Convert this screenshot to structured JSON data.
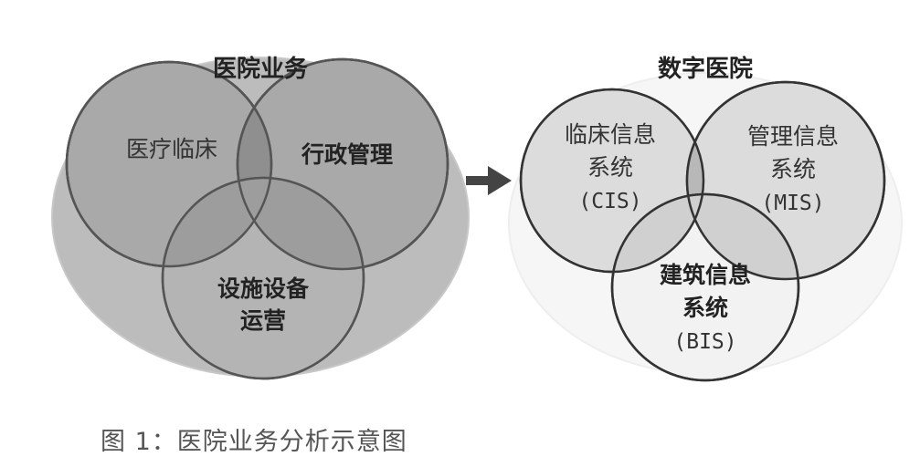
{
  "left": {
    "title": "医院业务",
    "circles": {
      "clinical": "医疗临床",
      "admin": "行政管理",
      "facility_line1": "设施设备",
      "facility_line2": "运营"
    }
  },
  "right": {
    "title": "数字医院",
    "circles": {
      "cis_line1": "临床信息",
      "cis_line2": "系统",
      "cis_code": "(CIS)",
      "mis_line1": "管理信息",
      "mis_line2": "系统",
      "mis_code": "(MIS)",
      "bis_line1": "建筑信息",
      "bis_line2": "系统",
      "bis_code": "(BIS)"
    }
  },
  "caption": "图 1：医院业务分析示意图",
  "colors": {
    "outer_ellipse": "#bcbcbc",
    "circle_fill": "#a9a9a9",
    "overlap_fill": "#8f8f8f",
    "circle_stroke": "#555555",
    "right_circle_fill": "#dcdcdc",
    "right_overlap_fill": "#c4c4c4",
    "right_bottom_fill": "#f2f2f2",
    "arrow": "#444444"
  }
}
